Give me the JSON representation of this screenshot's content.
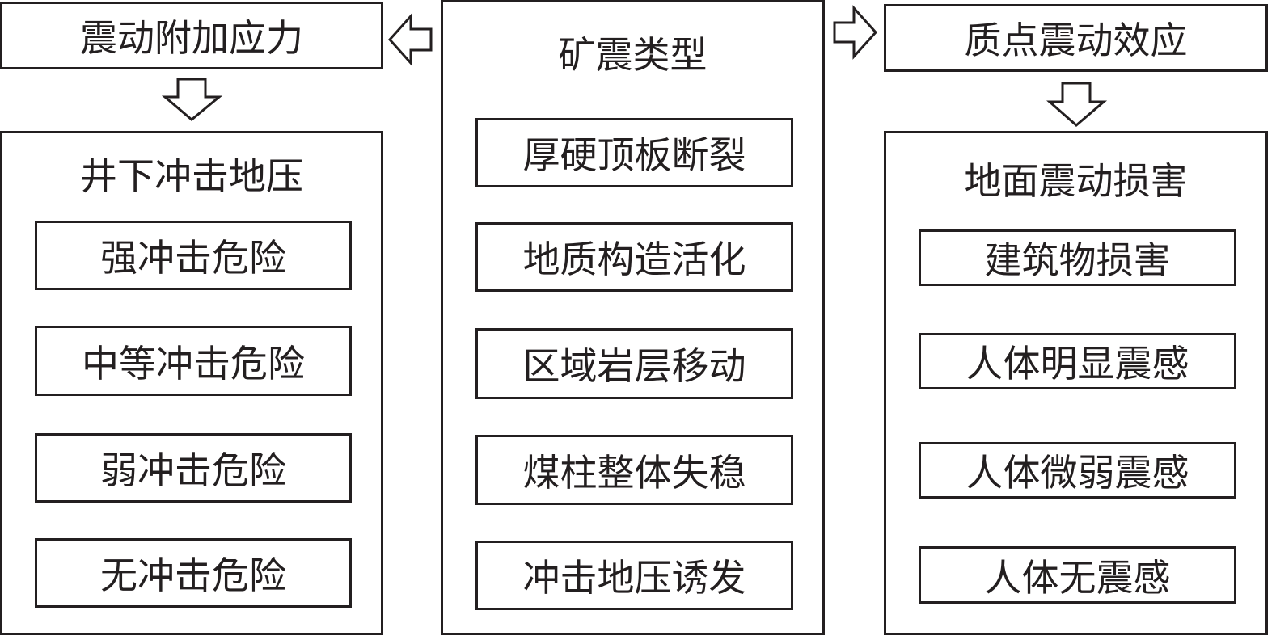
{
  "left": {
    "top_label": "震动附加应力",
    "title": "井下冲击地压",
    "items": [
      "强冲击危险",
      "中等冲击危险",
      "弱冲击危险",
      "无冲击危险"
    ]
  },
  "center": {
    "title": "矿震类型",
    "items": [
      "厚硬顶板断裂",
      "地质构造活化",
      "区域岩层移动",
      "煤柱整体失稳",
      "冲击地压诱发"
    ]
  },
  "right": {
    "top_label": "质点震动效应",
    "title": "地面震动损害",
    "items": [
      "建筑物损害",
      "人体明显震感",
      "人体微弱震感",
      "人体无震感"
    ]
  }
}
